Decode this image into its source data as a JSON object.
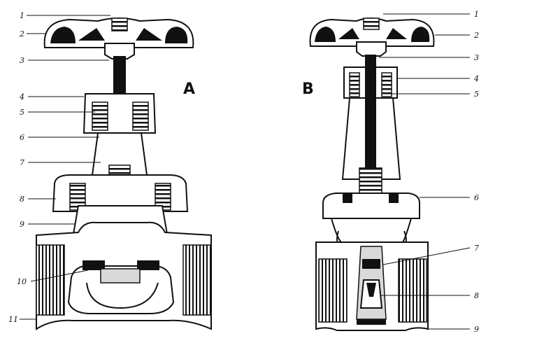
{
  "valve_a": {
    "letter": "A",
    "labels": [
      "1",
      "2",
      "3",
      "4",
      "5",
      "6",
      "7",
      "8",
      "9",
      "10",
      "11"
    ]
  },
  "valve_b": {
    "letter": "B",
    "labels": [
      "1",
      "2",
      "3",
      "4",
      "5",
      "6",
      "7",
      "8",
      "9"
    ]
  }
}
